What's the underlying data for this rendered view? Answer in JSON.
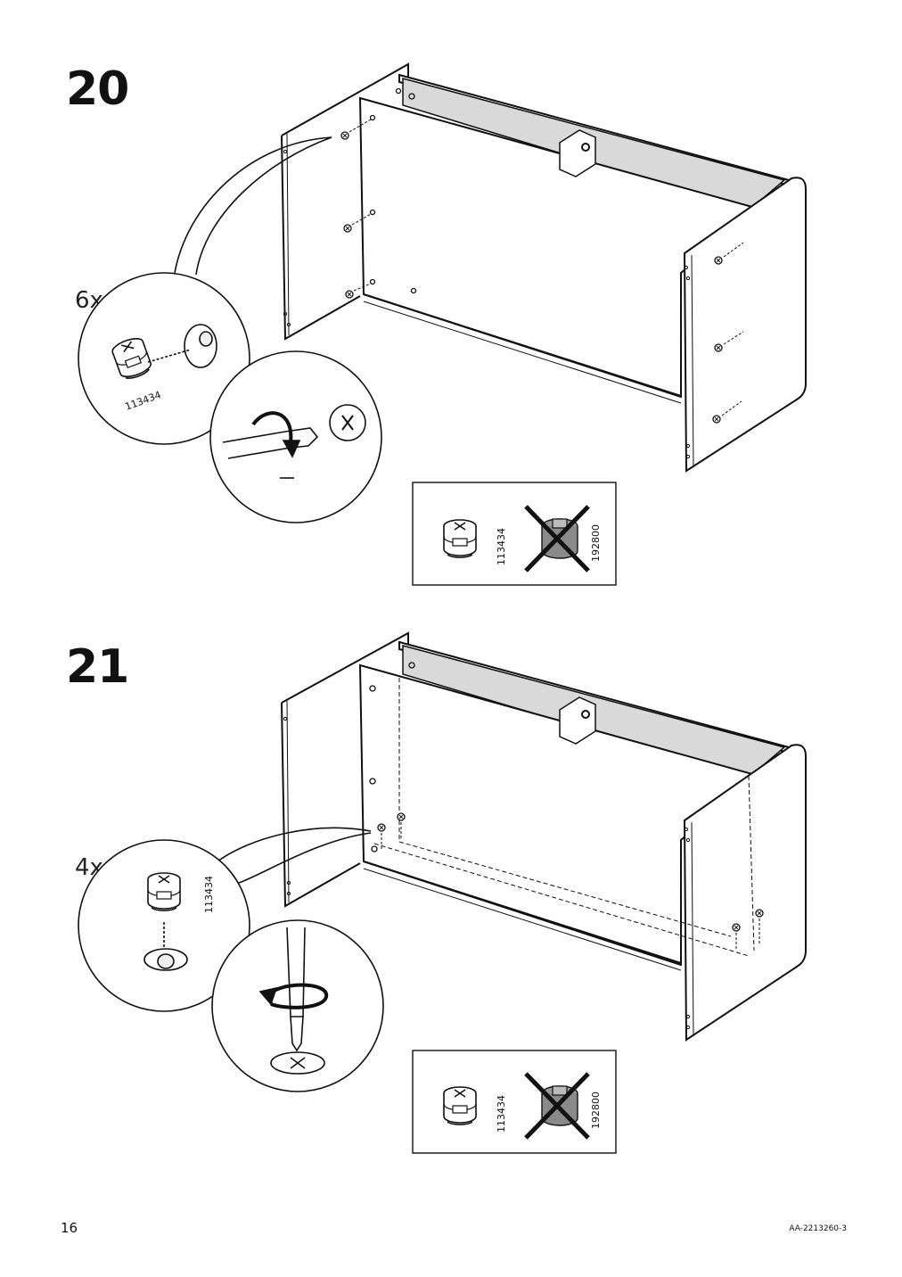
{
  "steps": [
    {
      "number": "20",
      "quantity": "6x",
      "part_number": "113434",
      "comparison": {
        "correct_part": "113434",
        "wrong_part": "192800"
      }
    },
    {
      "number": "21",
      "quantity": "4x",
      "part_number": "113434",
      "comparison": {
        "correct_part": "113434",
        "wrong_part": "192800"
      }
    }
  ],
  "footer": {
    "page_number": "16",
    "document_code": "AA-2213260-3"
  }
}
